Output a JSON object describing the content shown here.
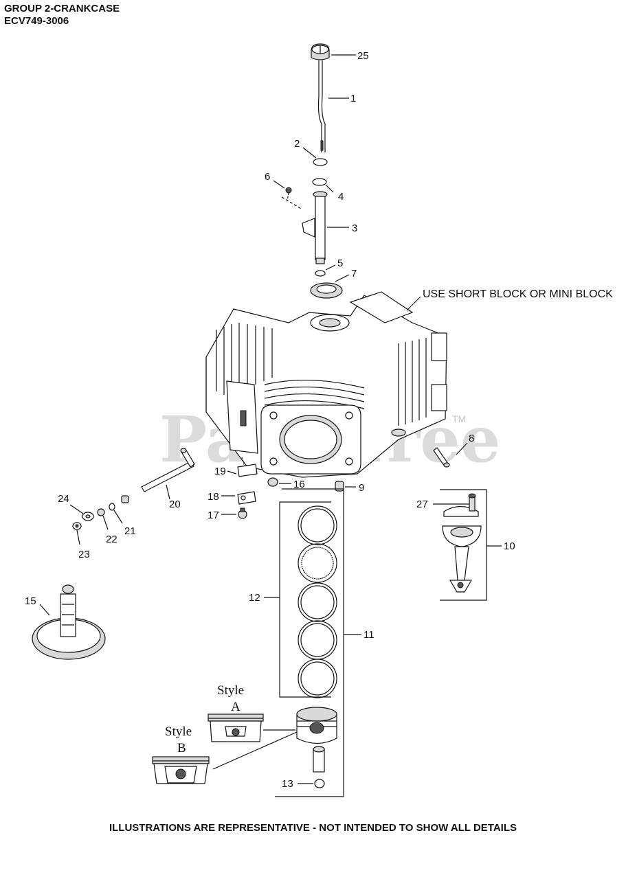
{
  "header": {
    "group": "GROUP 2-CRANKCASE",
    "model": "ECV749-3006"
  },
  "note_block": "USE SHORT BLOCK OR MINI BLOCK",
  "watermark": {
    "text": "PartsTree",
    "tm": "TM"
  },
  "style_labels": {
    "a_word": "Style",
    "a_letter": "A",
    "b_word": "Style",
    "b_letter": "B"
  },
  "callouts": {
    "c1": "1",
    "c2": "2",
    "c3": "3",
    "c4": "4",
    "c5": "5",
    "c6": "6",
    "c7": "7",
    "c8": "8",
    "c9": "9",
    "c10": "10",
    "c11": "11",
    "c12": "12",
    "c13": "13",
    "c15": "15",
    "c16": "16",
    "c17": "17",
    "c18": "18",
    "c19": "19",
    "c20": "20",
    "c21": "21",
    "c22": "22",
    "c23": "23",
    "c24": "24",
    "c25": "25",
    "c27": "27"
  },
  "footer": "ILLUSTRATIONS ARE REPRESENTATIVE - NOT INTENDED TO SHOW ALL DETAILS"
}
